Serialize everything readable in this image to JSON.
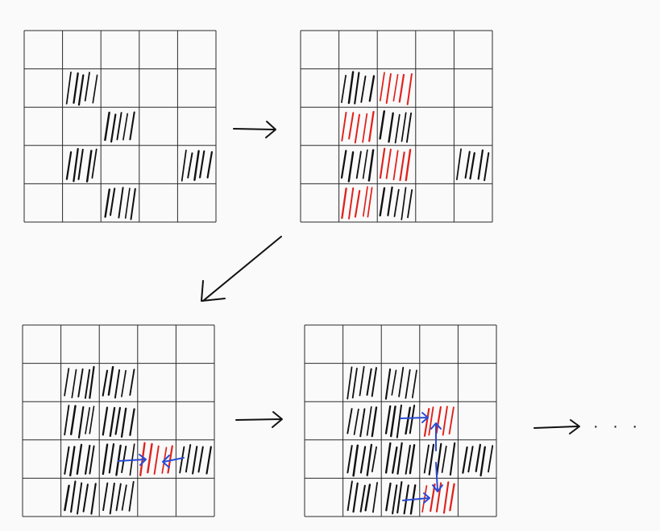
{
  "colors": {
    "background": "#fafafa",
    "grid": "#2a2a2a",
    "black_hatch": "#111111",
    "red_hatch": "#e0211c",
    "blue_arrows": "#2a4bd6",
    "arrows": "#111111"
  },
  "grid_size": [
    5,
    5
  ],
  "panels": [
    {
      "step": 1,
      "black_cells": [
        [
          1,
          1
        ],
        [
          2,
          2
        ],
        [
          3,
          1
        ],
        [
          3,
          4
        ],
        [
          4,
          2
        ]
      ],
      "red_cells": []
    },
    {
      "step": 2,
      "black_cells": [
        [
          1,
          1
        ],
        [
          2,
          2
        ],
        [
          3,
          1
        ],
        [
          3,
          4
        ],
        [
          4,
          2
        ]
      ],
      "red_cells": [
        [
          1,
          2
        ],
        [
          2,
          1
        ],
        [
          3,
          2
        ],
        [
          4,
          1
        ]
      ]
    },
    {
      "step": 3,
      "black_cells": [
        [
          1,
          1
        ],
        [
          1,
          2
        ],
        [
          2,
          1
        ],
        [
          2,
          2
        ],
        [
          3,
          1
        ],
        [
          3,
          2
        ],
        [
          3,
          4
        ],
        [
          4,
          1
        ],
        [
          4,
          2
        ]
      ],
      "red_cells": [
        [
          3,
          3
        ]
      ]
    },
    {
      "step": 4,
      "black_cells": [
        [
          1,
          1
        ],
        [
          1,
          2
        ],
        [
          2,
          1
        ],
        [
          2,
          2
        ],
        [
          3,
          1
        ],
        [
          3,
          2
        ],
        [
          3,
          3
        ],
        [
          3,
          4
        ],
        [
          4,
          1
        ],
        [
          4,
          2
        ]
      ],
      "red_cells": [
        [
          2,
          3
        ],
        [
          4,
          3
        ]
      ]
    }
  ],
  "continuation": "· · ·"
}
